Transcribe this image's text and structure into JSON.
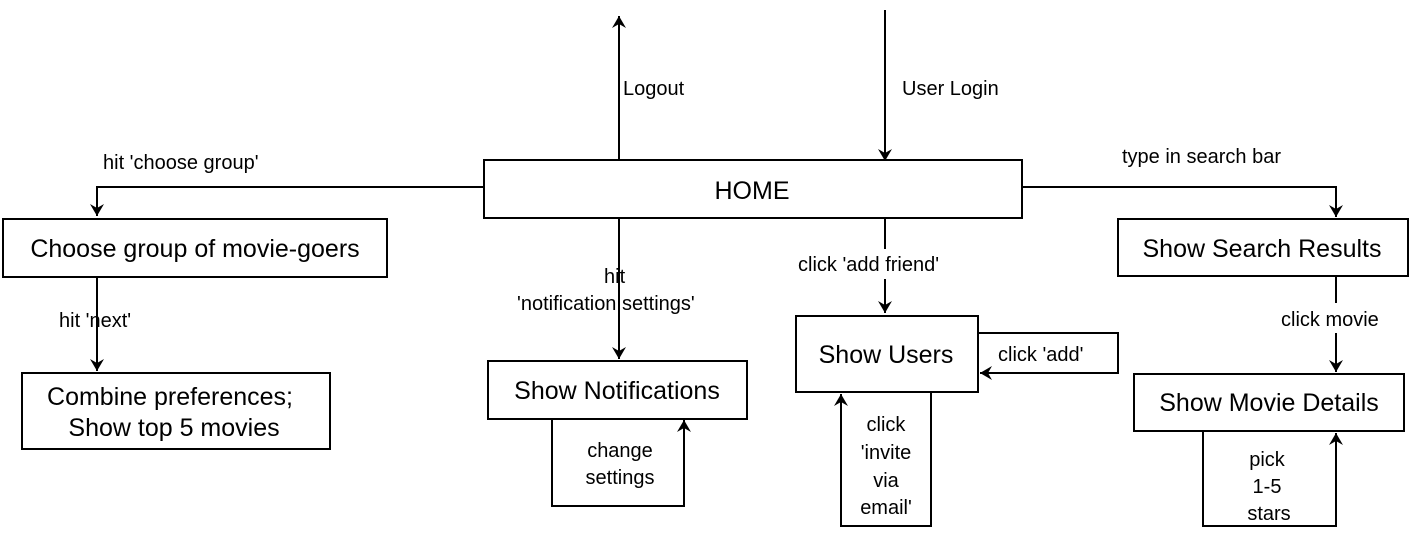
{
  "nodes": {
    "home": "HOME",
    "choose_group": "Choose group of movie-goers",
    "combine_line1": "Combine preferences;",
    "combine_line2": "Show top 5 movies",
    "show_notifications": "Show Notifications",
    "show_users": "Show Users",
    "show_search_results": "Show Search Results",
    "show_movie_details": "Show Movie Details"
  },
  "edges": {
    "logout": "Logout",
    "user_login": "User Login",
    "hit_choose_group": "hit 'choose group'",
    "type_in_search_bar": "type in search bar",
    "hit_next": "hit 'next'",
    "hit_notification_line1": "hit",
    "hit_notification_line2": "'notification settings'",
    "click_add_friend": "click 'add friend'",
    "click_movie": "click movie",
    "click_add": "click 'add'",
    "change_settings_line1": "change",
    "change_settings_line2": "settings",
    "invite_line1": "click",
    "invite_line2": "'invite",
    "invite_line3": "via",
    "invite_line4": "email'",
    "pick_line1": "pick",
    "pick_line2": "1-5",
    "pick_line3": "stars"
  }
}
